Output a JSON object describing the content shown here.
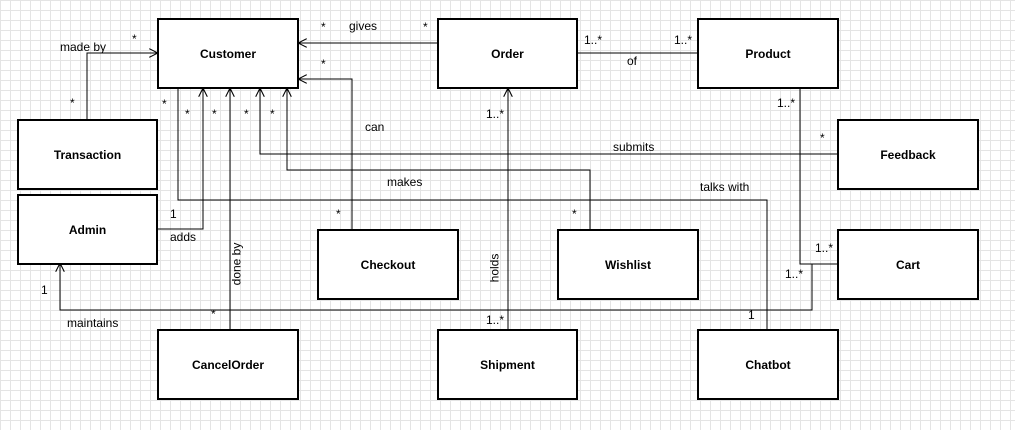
{
  "classes": {
    "customer": "Customer",
    "order": "Order",
    "product": "Product",
    "transaction": "Transaction",
    "feedback": "Feedback",
    "admin": "Admin",
    "checkout": "Checkout",
    "wishlist": "Wishlist",
    "cart": "Cart",
    "cancelorder": "CancelOrder",
    "shipment": "Shipment",
    "chatbot": "Chatbot"
  },
  "associations": {
    "gives": "gives",
    "of": "of",
    "made_by": "made by",
    "can": "can",
    "submits": "submits",
    "makes": "makes",
    "talks_with": "talks with",
    "adds": "adds",
    "done_by": "done by",
    "holds": "holds",
    "maintains": "maintains"
  },
  "multiplicities": {
    "many": "*",
    "one": "1",
    "one_to_many": "1..*"
  }
}
